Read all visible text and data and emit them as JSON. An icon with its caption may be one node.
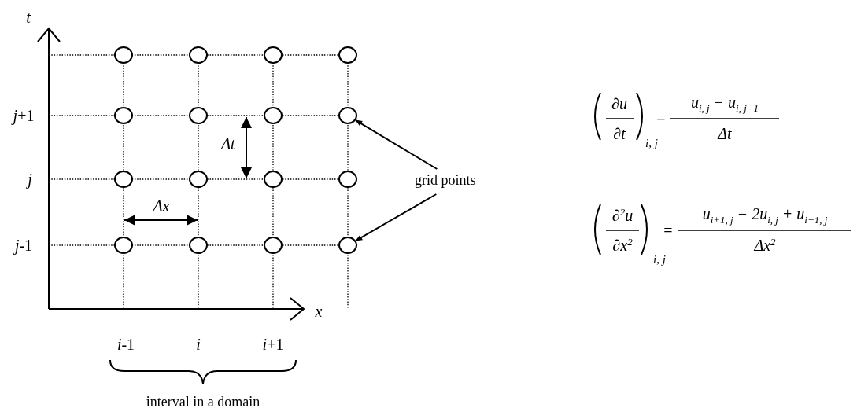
{
  "diagram": {
    "nodes": [
      {
        "text": [
          "grid points"
        ]
      },
      {
        "text": [],
        "shape": "circle"
      },
      {
        "text": [],
        "shape": "circle"
      }
    ],
    "edges": [
      {
        "from": 0,
        "to": 1,
        "arrow": "to"
      },
      {
        "from": 0,
        "to": 2,
        "arrow": "to"
      }
    ],
    "labels": [
      "*t*",
      "*j*+1",
      "Δt",
      "∂u",
      "∂t",
      "*i*, *j*",
      "=",
      "u$_{i, j}$ − u$_{i, j−1}$",
      "Δt",
      "*j*",
      "Δx",
      "*j*-1",
      "∂$^{2}$u",
      "∂x$^{2}$",
      "*i*, *j*",
      "=",
      "u$_{i+1, j}$ − 2u$_{i, j}$ + u$_{i−1, j}$",
      "Δx$^{2}$",
      "*x*",
      "*i*-1",
      "*i*",
      "*i*+1",
      "interval in a domain"
    ]
  }
}
